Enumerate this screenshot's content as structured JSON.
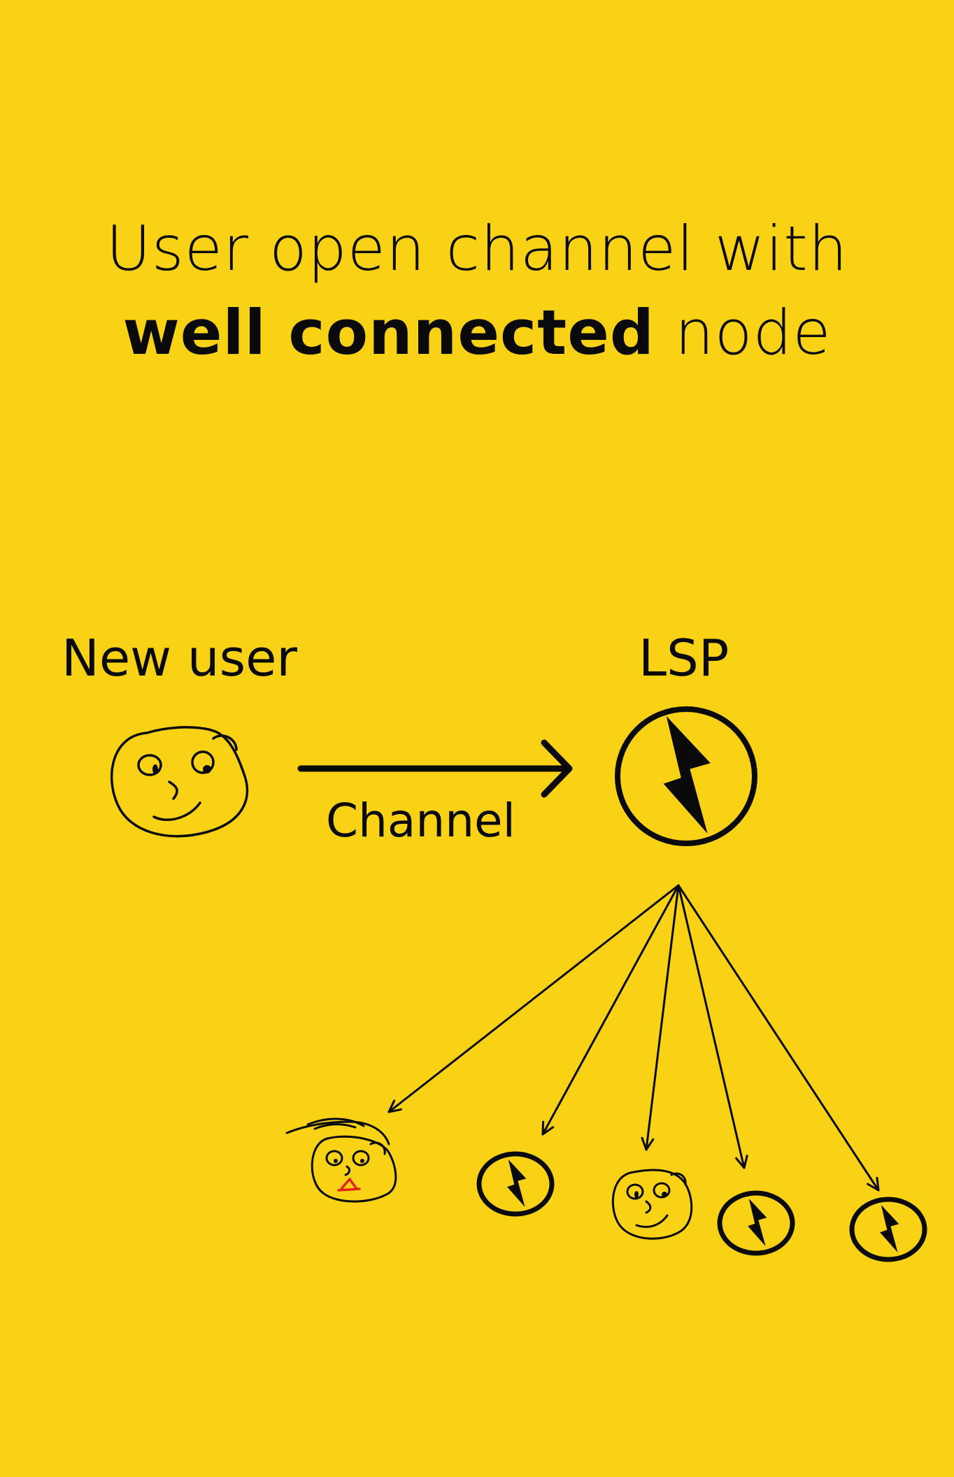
{
  "headline": {
    "line1": "User open channel with",
    "line2_bold": "well connected",
    "line2_rest": "node"
  },
  "labels": {
    "new_user": "New user",
    "lsp": "LSP",
    "channel": "Channel"
  },
  "icons": {
    "user": "smiley-face-icon",
    "lsp": "lightning-bolt-circle-icon",
    "sad_user": "frowning-face-icon"
  },
  "colors": {
    "background": "#f9d215",
    "ink": "#0a0a0a",
    "accent_mouth": "#e2231a"
  }
}
